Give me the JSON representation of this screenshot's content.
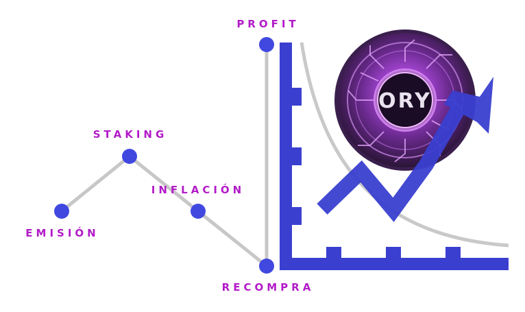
{
  "labels": {
    "profit": "PROFIT",
    "staking": "STAKING",
    "inflacion": "INFLACIÓN",
    "emision": "EMISIÓN",
    "recompra": "RECOMPRA"
  },
  "coin": {
    "text": "ORY"
  },
  "colors": {
    "label": "#b21bc8",
    "node": "#4148e0",
    "connector": "#c7c7c7",
    "chart_blue": "#3a3fd0",
    "coin_purple": "#9b3fc9",
    "coin_dark": "#1a0c24"
  },
  "icons": {
    "coin": "ory-coin-icon",
    "trend_arrow": "trend-arrow-icon"
  }
}
